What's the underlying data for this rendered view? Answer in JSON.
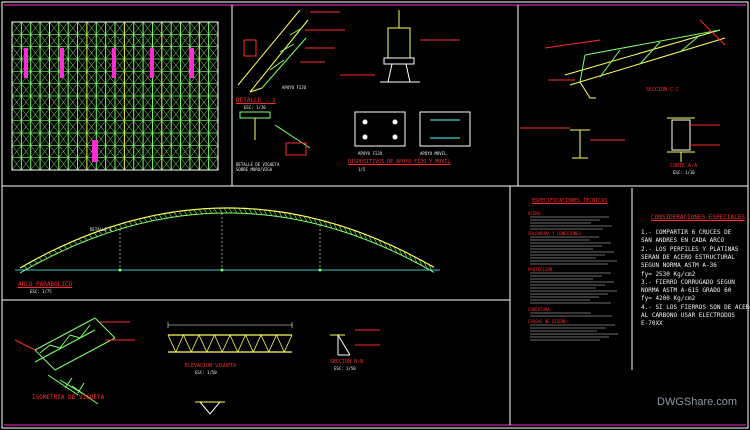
{
  "colors": {
    "background": "#000000",
    "frame": "#ffffff",
    "truss": "#7dff6a",
    "member": "#ffff55",
    "magenta": "#ff2bd6",
    "annotation": "#ff2a2a",
    "dim": "#55ffff",
    "watermark": "#8d98a6"
  },
  "labels": {
    "detalle1": "DETALLE - 1",
    "detalle1_scale": "ESC: 1/10",
    "apoyo_fijo": "APOYO FIJO",
    "detalle_vigueta": "DETALLE DE VIGUETA",
    "detalle_vigueta_2": "SOBRE MURO/VIGA",
    "dispositivo": "DISPOSITIVOS DE APOYO FIJO Y MOVIL",
    "dispositivo_scale": "1/5",
    "apoyo_fijo_2": "APOYO FIJO",
    "apoyo_movil": "APOYO MOVIL",
    "seccion_cc": "SECCION C-C",
    "corte_aa": "CORTE A-A",
    "corte_aa_scale": "ESC: 1/10",
    "arco_parabolico": "ARCO PARABOLICO",
    "arco_scale": "ESC: 1/75",
    "detalle2": "DETALLE 2",
    "isometria": "ISOMETRIA DE VIGUETA",
    "elevacion": "ELEVACION VIGUETA",
    "elevacion_scale": "ESC: 1/50",
    "seccion_bb": "SECCION B-B",
    "seccion_bb_scale": "ESC: 1/50",
    "especificaciones_title": "ESPECIFICACIONES TECNICAS",
    "consideraciones_title": "CONSIDERACIONES ESPECIALES",
    "watermark": "DWGShare.com"
  },
  "consideraciones": [
    "1.- COMPARTIR 6 CRUCES DE",
    "    SAN ANDRES EN CADA ARCO",
    "2.- LOS PERFILES Y PLATINAS",
    "    SERAN DE ACERO ESTRUCTURAL",
    "    SEGUN NORMA ASTM A-36",
    "    fy= 2530 Kg/cm2",
    "3.- FIERRO CORRUGADO SEGUN",
    "    NORMA ASTM A-615 GRADO 60",
    "    fy= 4200 Kg/cm2",
    "4.- SI LOS FIERROS SON DE ACERO",
    "    AL CARBONO USAR ELECTRODOS",
    "    E-70XX"
  ],
  "especificaciones_headings": [
    "ACERO:",
    "SOLDADURA Y CONEXIONES:",
    "PROTECCION:",
    "COBERTURA:",
    "CARGAS DE DISEÑO:"
  ]
}
